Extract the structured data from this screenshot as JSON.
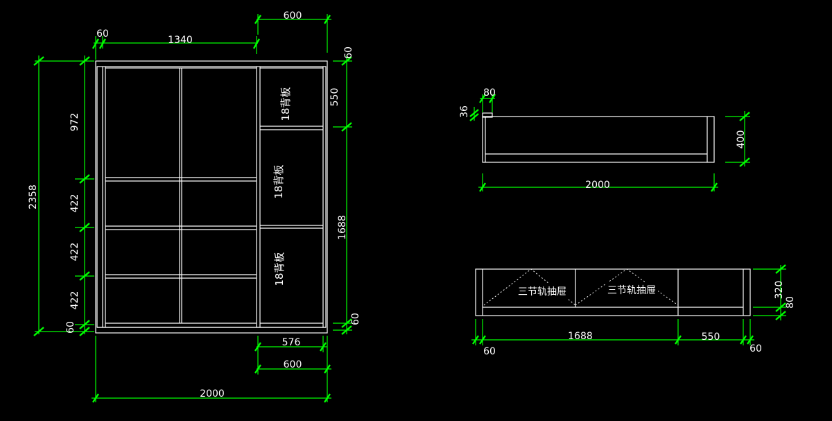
{
  "background": "#000000",
  "colors": {
    "outline": "#ffffff",
    "dimension": "#00ff00",
    "text": "#ffffff"
  },
  "front_view": {
    "dims": {
      "top_left_60": "60",
      "top_width_1340": "1340",
      "top_width_600": "600",
      "right_top_60": "60",
      "right_550": "550",
      "right_1688": "1688",
      "right_bottom_60": "60",
      "left_total_2358": "2358",
      "left_972": "972",
      "left_422_a": "422",
      "left_422_b": "422",
      "left_422_c": "422",
      "left_bottom_60": "60",
      "bottom_576": "576",
      "bottom_600": "600",
      "bottom_total_2000": "2000"
    },
    "back_panel_labels": [
      "18背板",
      "18背板",
      "18背板"
    ]
  },
  "top_view": {
    "dims": {
      "d80": "80",
      "d36": "36",
      "d400": "400",
      "d2000": "2000"
    }
  },
  "drawer_view": {
    "drawer_labels": [
      "三节轨抽屉",
      "三节轨抽屉"
    ],
    "dims": {
      "d320": "320",
      "d80": "80",
      "d1688": "1688",
      "d550": "550",
      "d60_left": "60",
      "d60_right": "60"
    }
  }
}
